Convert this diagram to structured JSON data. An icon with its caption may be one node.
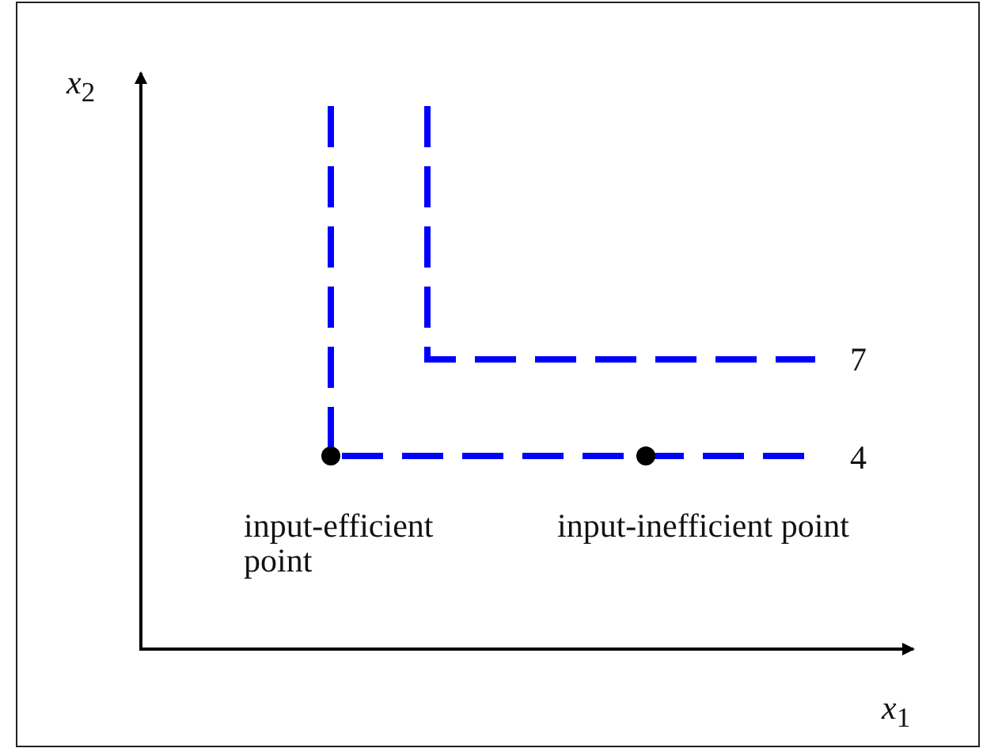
{
  "diagram": {
    "labels": [
      "*x*$_{2}$",
      "7",
      "4",
      "input-efficient point",
      "input-inefficient point",
      "*x*$_{1}$"
    ]
  }
}
